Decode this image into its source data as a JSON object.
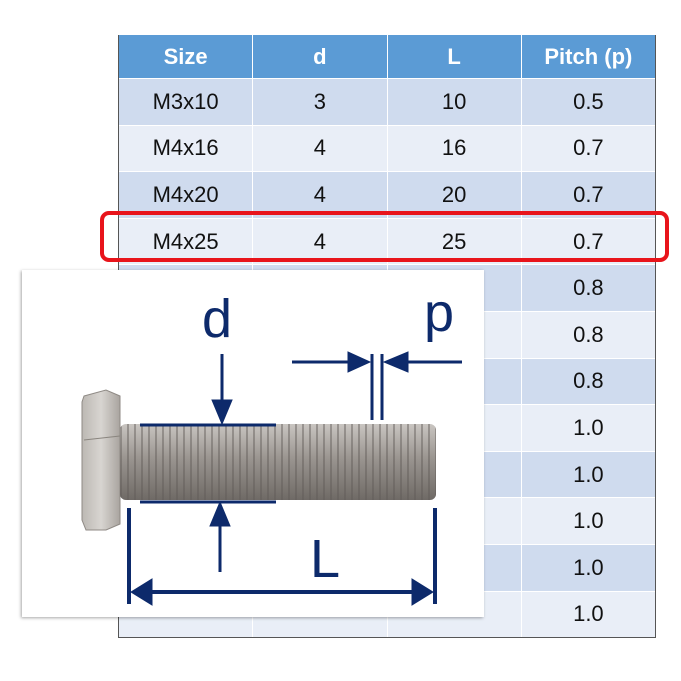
{
  "table": {
    "headers": [
      "Size",
      "d",
      "L",
      "Pitch (p)"
    ],
    "rows": [
      [
        "M3x10",
        "3",
        "10",
        "0.5"
      ],
      [
        "M4x16",
        "4",
        "16",
        "0.7"
      ],
      [
        "M4x20",
        "4",
        "20",
        "0.7"
      ],
      [
        "M4x25",
        "4",
        "25",
        "0.7"
      ],
      [
        "",
        "",
        "",
        "0.8"
      ],
      [
        "",
        "",
        "",
        "0.8"
      ],
      [
        "",
        "",
        "",
        "0.8"
      ],
      [
        "",
        "",
        "",
        "1.0"
      ],
      [
        "",
        "",
        "",
        "1.0"
      ],
      [
        "",
        "",
        "",
        "1.0"
      ],
      [
        "",
        "",
        "",
        "1.0"
      ],
      [
        "",
        "",
        "",
        "1.0"
      ]
    ],
    "highlighted_row": "M4x25"
  },
  "diagram": {
    "d_label": "d",
    "p_label": "p",
    "L_label": "L"
  },
  "colors": {
    "header": "#5b9bd5",
    "row_dark": "#cfdbee",
    "row_light": "#e9eef7",
    "highlight": "#e8141b",
    "dimension": "#0d2a6b"
  }
}
